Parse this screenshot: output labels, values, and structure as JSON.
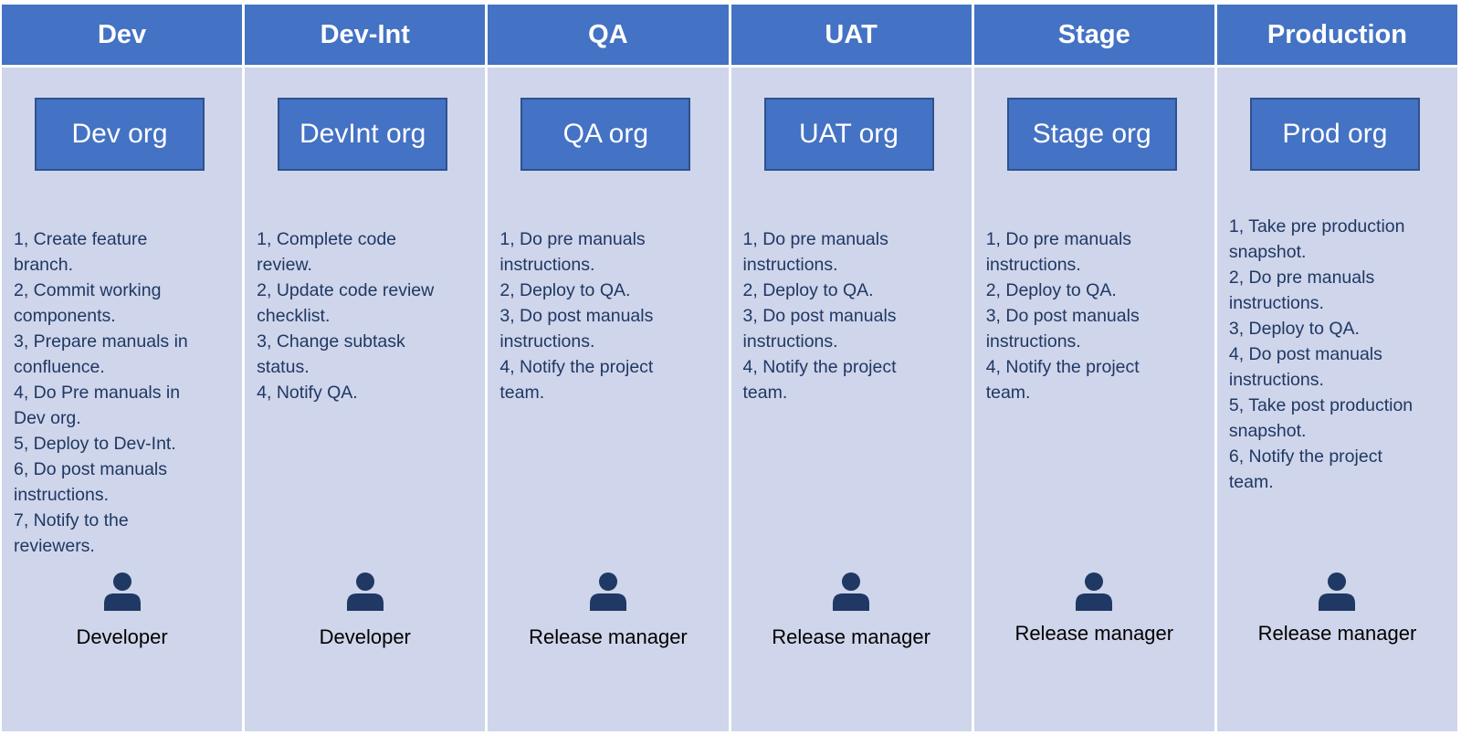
{
  "stages": [
    {
      "title": "Dev",
      "org": "Dev org",
      "steps": [
        "1, Create feature",
        "branch.",
        "2, Commit working",
        "components.",
        "3, Prepare manuals in",
        "confluence.",
        "4, Do Pre manuals in",
        "Dev org.",
        "5, Deploy to Dev-Int.",
        "6, Do post manuals",
        "instructions.",
        "7, Notify to the",
        "reviewers."
      ],
      "role_icon": "person-icon",
      "role": "Developer"
    },
    {
      "title": "Dev-Int",
      "org": "DevInt org",
      "steps": [
        "1, Complete code",
        "review.",
        "2, Update code review",
        "checklist.",
        "3, Change subtask",
        "status.",
        "4, Notify QA."
      ],
      "role_icon": "person-icon",
      "role": "Developer"
    },
    {
      "title": "QA",
      "org": "QA org",
      "steps": [
        "1, Do pre manuals",
        "instructions.",
        "2, Deploy to QA.",
        "3, Do post manuals",
        "instructions.",
        "4, Notify the project",
        "team."
      ],
      "role_icon": "person-icon",
      "role": "Release manager"
    },
    {
      "title": "UAT",
      "org": "UAT org",
      "steps": [
        "1, Do pre manuals",
        "instructions.",
        "2, Deploy to QA.",
        "3, Do post manuals",
        "instructions.",
        "4, Notify the project",
        "team."
      ],
      "role_icon": "person-icon",
      "role": "Release manager"
    },
    {
      "title": "Stage",
      "org": "Stage org",
      "steps": [
        "1, Do pre manuals",
        "instructions.",
        "2, Deploy to QA.",
        "3, Do post manuals",
        "instructions.",
        "4, Notify the project",
        "team."
      ],
      "role_icon": "person-icon",
      "role": "Release manager"
    },
    {
      "title": "Production",
      "org": "Prod org",
      "steps": [
        "1, Take pre production",
        "snapshot.",
        "2, Do pre manuals",
        "instructions.",
        "3, Deploy to QA.",
        "4, Do post manuals",
        "instructions.",
        "5, Take post production",
        "snapshot.",
        "6, Notify the project",
        "team."
      ],
      "role_icon": "person-icon",
      "role": "Release manager"
    }
  ],
  "colors": {
    "header": "#4472c4",
    "column": "#cfd5ea",
    "org_border": "#2f528f",
    "step_text": "#1f3864",
    "icon": "#1f3864"
  }
}
